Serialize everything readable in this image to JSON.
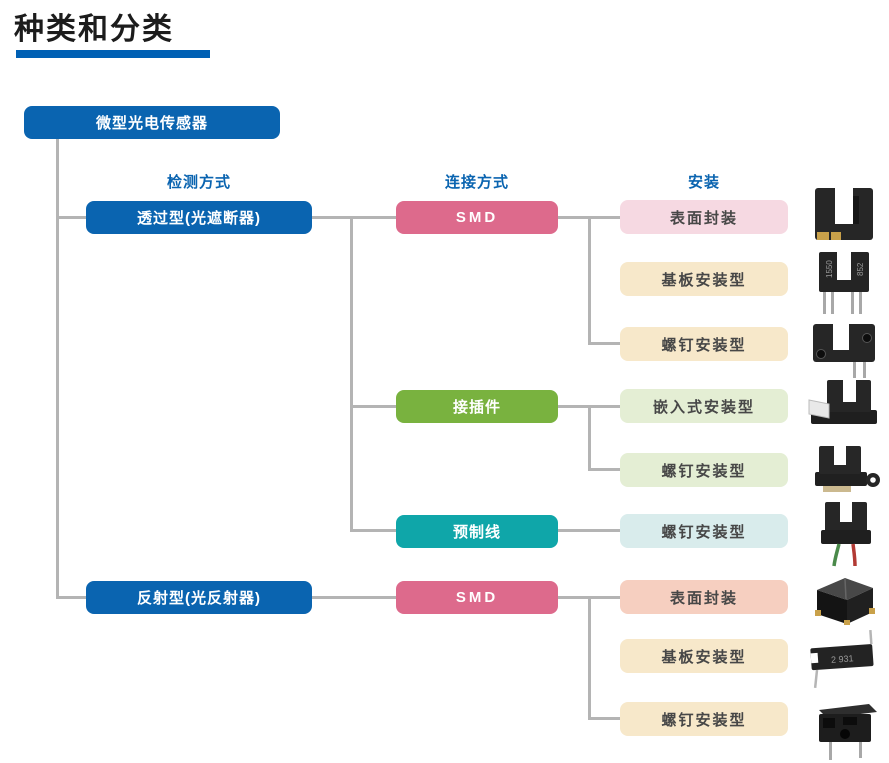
{
  "page": {
    "title": "种类和分类",
    "accent_color": "#0060b4"
  },
  "root_node": {
    "label": "微型光电传感器"
  },
  "column_headers": {
    "detection": "检测方式",
    "connection": "连接方式",
    "mounting": "安装"
  },
  "tree": {
    "branches": [
      {
        "detection": {
          "label": "透过型(光遮断器)"
        },
        "connections": [
          {
            "label": "SMD",
            "mounts": [
              {
                "label": "表面封装"
              },
              {
                "label": "基板安装型"
              },
              {
                "label": "螺钉安装型"
              }
            ]
          },
          {
            "label": "接插件",
            "mounts": [
              {
                "label": "嵌入式安装型"
              },
              {
                "label": "螺钉安装型"
              }
            ]
          },
          {
            "label": "预制线",
            "mounts": [
              {
                "label": "螺钉安装型"
              }
            ]
          }
        ]
      },
      {
        "detection": {
          "label": "反射型(光反射器)"
        },
        "connections": [
          {
            "label": "SMD",
            "mounts": [
              {
                "label": "表面封装"
              },
              {
                "label": "基板安装型"
              },
              {
                "label": "螺钉安装型"
              }
            ]
          }
        ]
      }
    ]
  },
  "photo_markings": {
    "board_mount_interrupter": [
      "1550",
      "852"
    ],
    "board_mount_reflector": "2 931"
  },
  "palette": {
    "brand_blue": "#0a64b0",
    "pink": "#dd6a8c",
    "pink_light": "#f6d9e2",
    "cream": "#f7e8ca",
    "green": "#79b23f",
    "green_light": "#e4eed4",
    "teal": "#0fa6a9",
    "teal_light": "#d9ecec",
    "peach": "#f6cfc0",
    "connector_gray": "#b4b4b4"
  }
}
